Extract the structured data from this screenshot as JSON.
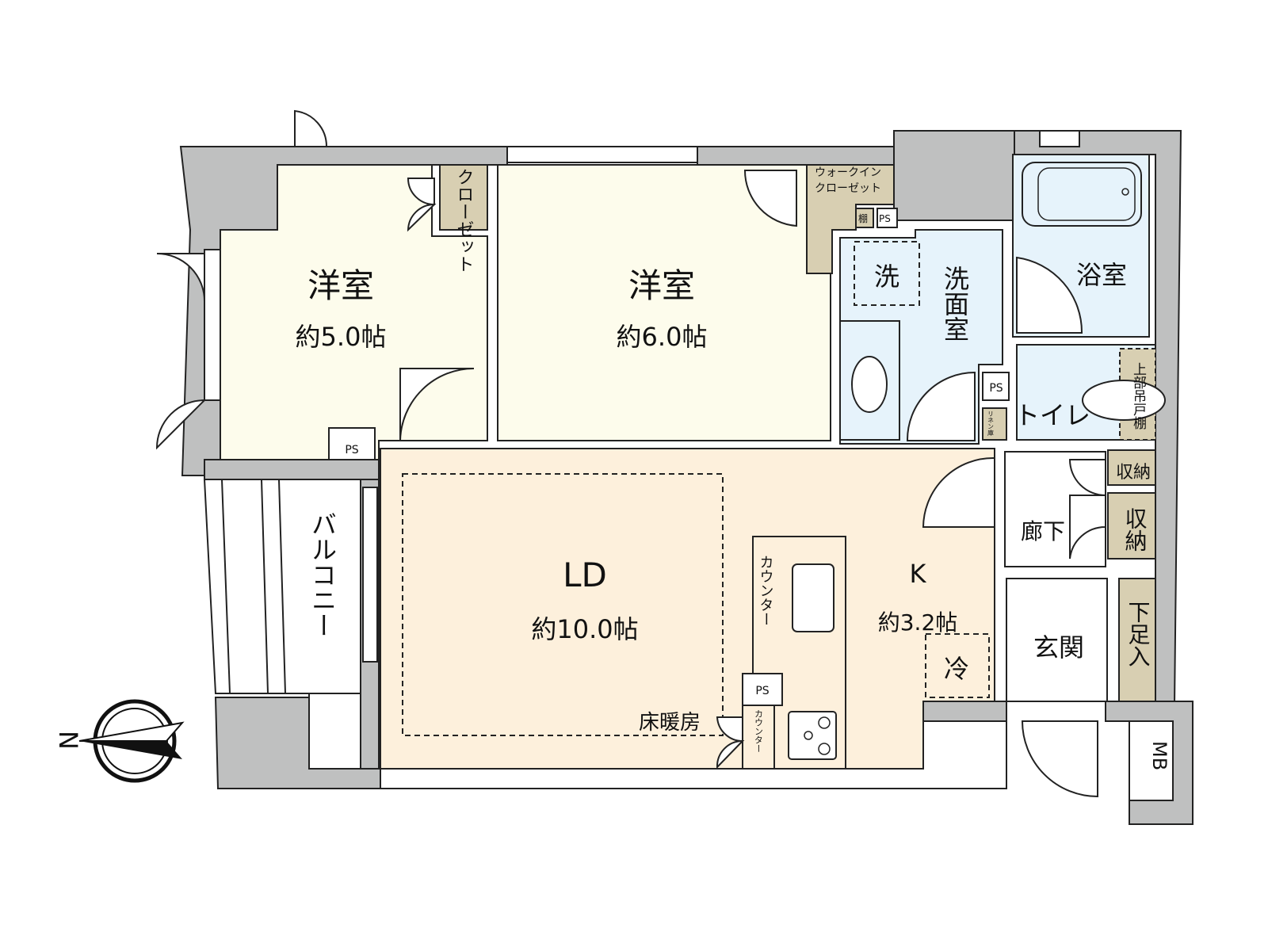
{
  "colors": {
    "wall": "#bfc0c0",
    "western_room": "#fdfcec",
    "living": "#fdf0dc",
    "wet_area": "#e6f3fb",
    "storage": "#d8cfb2",
    "outline": "#222222"
  },
  "rooms": {
    "western1": {
      "name": "洋室",
      "size": "約5.0帖"
    },
    "western2": {
      "name": "洋室",
      "size": "約6.0帖"
    },
    "ld": {
      "name": "LD",
      "size": "約10.0帖"
    },
    "kitchen": {
      "name": "K",
      "size": "約3.2帖"
    },
    "washroom": "洗面室",
    "bath": "浴室",
    "toilet": "トイレ",
    "hallway": "廊下",
    "entrance": "玄関",
    "balcony": "バルコニー"
  },
  "labels": {
    "closet": "クローゼット",
    "walk_in_closet_1": "ウォークイン",
    "walk_in_closet_2": "クローゼット",
    "shelf": "棚",
    "ps": "PS",
    "washer": "洗",
    "linen": "リネン庫",
    "upper_shelf": "上部吊戸棚",
    "storage": "収納",
    "shoe_box": "下足入",
    "counter": "カウンター",
    "floor_heating": "床暖房",
    "fridge": "冷",
    "mb": "MB"
  },
  "compass": {
    "direction": "N"
  }
}
